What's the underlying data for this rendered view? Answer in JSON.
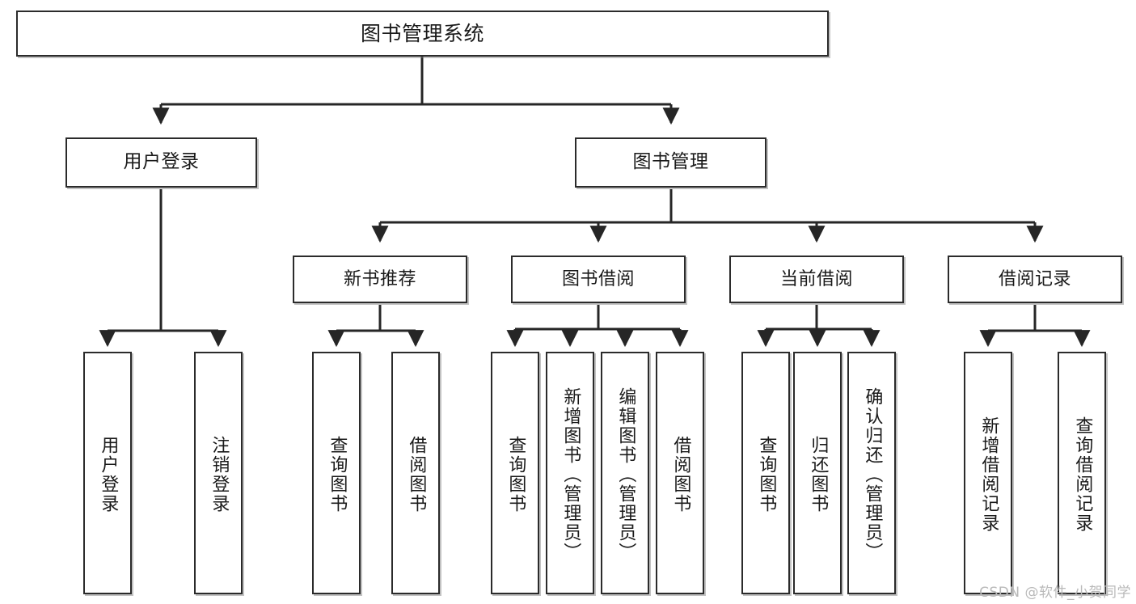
{
  "diagram": {
    "title": "图书管理系统",
    "type": "tree-hierarchy",
    "watermark": "CSDN @软件_小贺同学",
    "colors": {
      "box_border": "#2b2b2b",
      "box_fill": "#ffffff",
      "edge": "#262626",
      "text": "#1a1a1a",
      "watermark": "#b9b9b9"
    },
    "root": {
      "label": "图书管理系统"
    },
    "level2": [
      {
        "label": "用户登录"
      },
      {
        "label": "图书管理"
      }
    ],
    "level3": [
      {
        "label": "新书推荐"
      },
      {
        "label": "图书借阅"
      },
      {
        "label": "当前借阅"
      },
      {
        "label": "借阅记录"
      }
    ],
    "leaves": {
      "user_login": [
        {
          "label": "用户登录"
        },
        {
          "label": "注销登录"
        }
      ],
      "new_book_recommend": [
        {
          "label": "查询图书"
        },
        {
          "label": "借阅图书"
        }
      ],
      "book_borrow": [
        {
          "label": "查询图书"
        },
        {
          "label": "新增图书（管理员）"
        },
        {
          "label": "编辑图书（管理员）"
        },
        {
          "label": "借阅图书"
        }
      ],
      "current_borrow": [
        {
          "label": "查询图书"
        },
        {
          "label": "归还图书"
        },
        {
          "label": "确认归还（管理员）"
        }
      ],
      "borrow_record": [
        {
          "label": "新增借阅记录"
        },
        {
          "label": "查询借阅记录"
        }
      ]
    }
  }
}
